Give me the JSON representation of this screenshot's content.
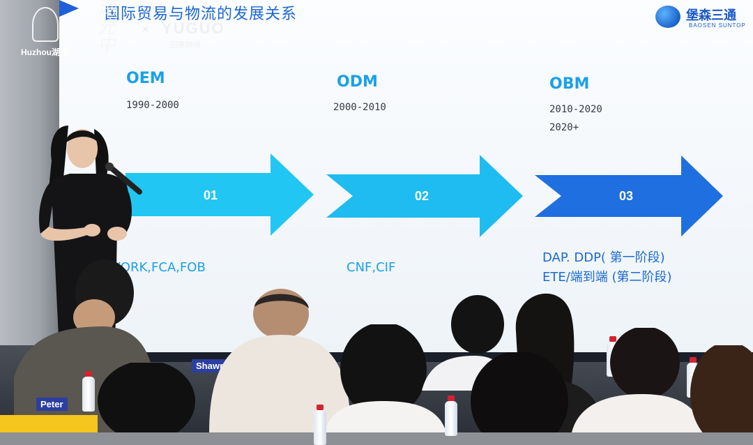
{
  "slide": {
    "title": "国际贸易与物流的发展关系"
  },
  "logos": {
    "huzhou_text": "Huzhou湖州",
    "collab_symbol": "×",
    "yuguo_name": "YUGUO",
    "yuguo_sub": "园果跨境",
    "baosen_name": "堡森三通",
    "baosen_sub": "BAOSEN SUNTOP"
  },
  "stages": [
    {
      "title": "OEM",
      "years": [
        "1990-2000"
      ],
      "number": "01",
      "terms": [
        "WORK,FCA,FOB"
      ],
      "color": "#20c4f0"
    },
    {
      "title": "ODM",
      "years": [
        "2000-2010"
      ],
      "number": "02",
      "terms": [
        "CNF,CIF"
      ],
      "color": "#1eb8ee"
    },
    {
      "title": "OBM",
      "years": [
        "2010-2020",
        "2020+"
      ],
      "number": "03",
      "terms": [
        "DAP. DDP( 第一阶段)",
        "ETE/端到端 (第二阶段)"
      ],
      "color": "#1f6fe0"
    }
  ],
  "nameplates": {
    "peter": "Peter",
    "shawn": "Shawn"
  },
  "colors": {
    "title_blue": "#1d68d1",
    "accent_cyan": "#1aa0e8",
    "room_gray": "#8d9095"
  }
}
